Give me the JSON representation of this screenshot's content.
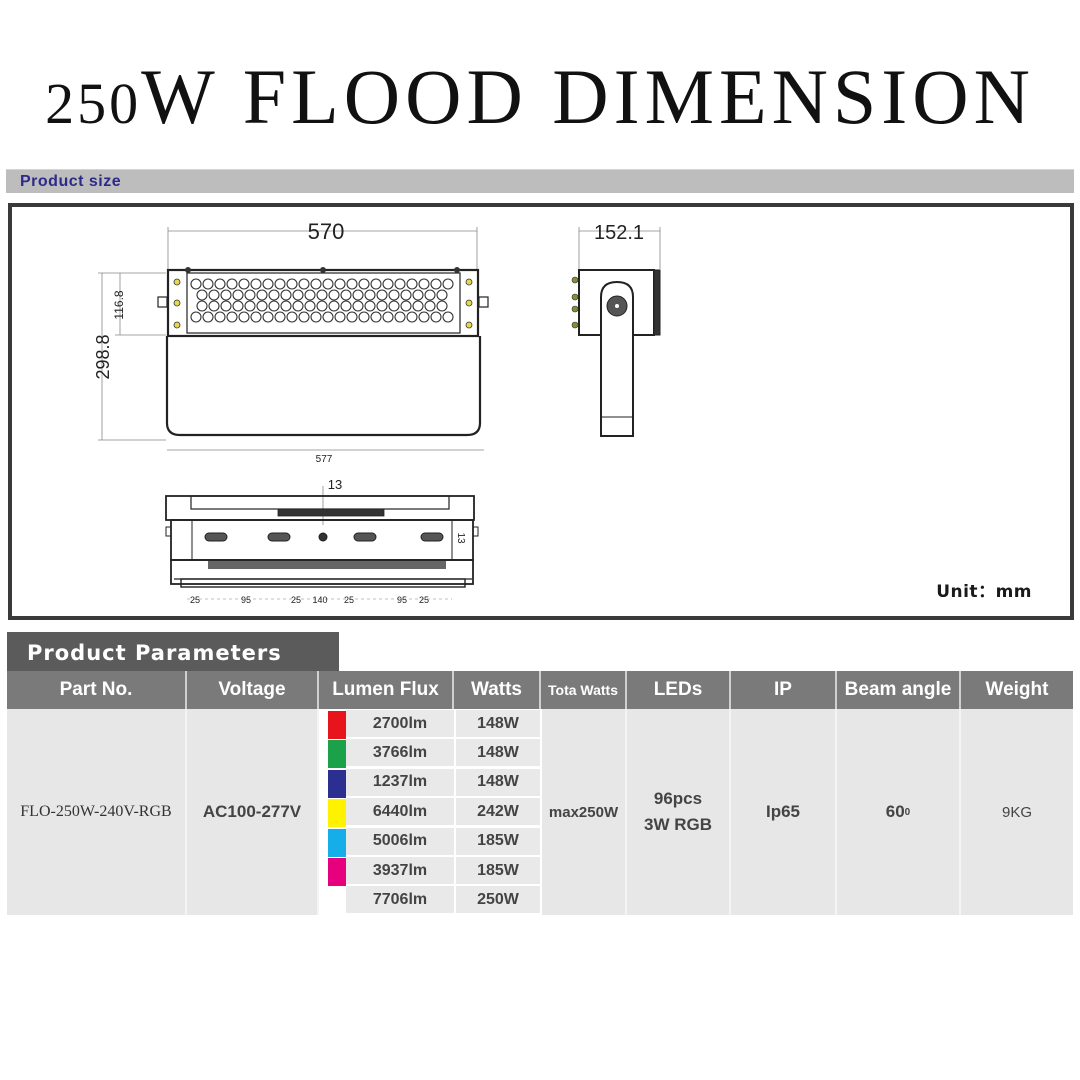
{
  "header": {
    "title_numeral": "250",
    "title_rest": "W FLOOD DIMENSION"
  },
  "product_size": {
    "section_label": "Product size",
    "unit_label": "Unit：mm",
    "front_view": {
      "width_top": "570",
      "width_bottom": "577",
      "height_total": "298.8",
      "height_led_panel": "116.8"
    },
    "side_view": {
      "depth": "152.1"
    },
    "bottom_view": {
      "hole_diameter": "13",
      "slot_height": "13",
      "spacings": [
        "25",
        "95",
        "25",
        "140",
        "25",
        "95",
        "25"
      ]
    }
  },
  "product_parameters": {
    "section_label": "Product  Parameters",
    "columns": [
      {
        "key": "part_no",
        "label": "Part No."
      },
      {
        "key": "voltage",
        "label": "Voltage"
      },
      {
        "key": "lumen_flux",
        "label": "Lumen Flux"
      },
      {
        "key": "watts",
        "label": "Watts"
      },
      {
        "key": "total_watts",
        "label": "Tota Watts"
      },
      {
        "key": "leds",
        "label": "LEDs"
      },
      {
        "key": "ip",
        "label": "IP"
      },
      {
        "key": "beam_angle",
        "label": "Beam  angle"
      },
      {
        "key": "weight",
        "label": "Weight"
      }
    ],
    "row": {
      "part_no": "FLO-250W-240V-RGB",
      "voltage": "AC100-277V",
      "total_watts": "max250W",
      "leds_line1": "96pcs",
      "leds_line2": "3W RGB",
      "ip": "Ip65",
      "beam_angle": "60",
      "beam_angle_unit": "0",
      "weight": "9KG"
    },
    "color_modes": [
      {
        "color_name": "red",
        "swatch": "#e8141c",
        "lumen": "2700lm",
        "watts": "148W"
      },
      {
        "color_name": "green",
        "swatch": "#1aa14a",
        "lumen": "3766lm",
        "watts": "148W"
      },
      {
        "color_name": "blue",
        "swatch": "#2b2f8f",
        "lumen": "1237lm",
        "watts": "148W"
      },
      {
        "color_name": "yellow",
        "swatch": "#fff200",
        "lumen": "6440lm",
        "watts": "242W"
      },
      {
        "color_name": "cyan",
        "swatch": "#16aee8",
        "lumen": "5006lm",
        "watts": "185W"
      },
      {
        "color_name": "magenta",
        "swatch": "#e6007e",
        "lumen": "3937lm",
        "watts": "185W"
      },
      {
        "color_name": "white",
        "swatch": "#ffffff",
        "lumen": "7706lm",
        "watts": "250W"
      }
    ]
  },
  "colors": {
    "section_bar": "#bdbdbd",
    "section_text": "#2e2a8a",
    "table_header": "#7a7a7a",
    "params_tab": "#5b5b5b",
    "table_body": "#e7e7e7"
  }
}
